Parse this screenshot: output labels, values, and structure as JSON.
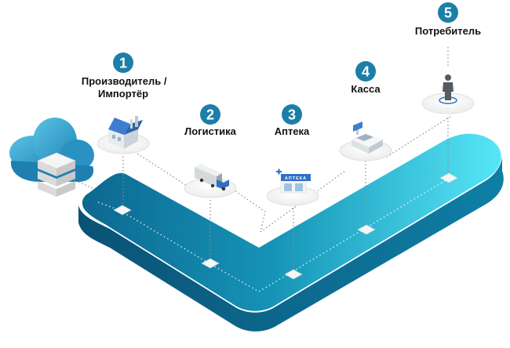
{
  "steps": [
    {
      "number": "1",
      "label_lines": [
        "Производитель /",
        "Импортёр"
      ],
      "icon": "factory-icon"
    },
    {
      "number": "2",
      "label_lines": [
        "Логистика"
      ],
      "icon": "truck-icon"
    },
    {
      "number": "3",
      "label_lines": [
        "Аптека"
      ],
      "icon": "pharmacy-icon",
      "sign": "АПТЕКА"
    },
    {
      "number": "4",
      "label_lines": [
        "Касса"
      ],
      "icon": "cash-register-icon"
    },
    {
      "number": "5",
      "label_lines": [
        "Потребитель"
      ],
      "icon": "person-icon"
    }
  ],
  "colors": {
    "badge": "#1B7FA8",
    "band_light": "#54E4F6",
    "band_dark": "#0E6B93",
    "band_side": "#0A4E6E",
    "cloud": "#2E9AC7",
    "dotted": "#8A8A8A"
  },
  "icons": {
    "cloud": "cloud-icon",
    "database": "database-icon"
  }
}
